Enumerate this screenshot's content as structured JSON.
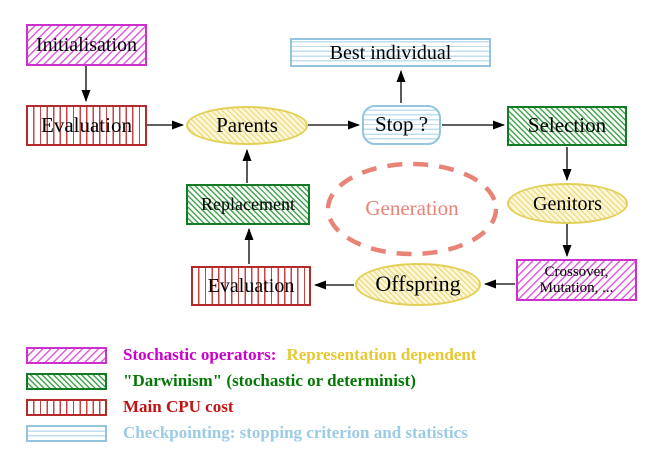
{
  "diagram": {
    "title_hint": "Evolutionary algorithm generation cycle",
    "nodes": {
      "initialisation": {
        "label": "Initialisation",
        "style": "magenta-hatch"
      },
      "evaluation_top": {
        "label": "Evaluation",
        "style": "red-stripes"
      },
      "parents": {
        "label": "Parents",
        "style": "yellow-hatch-ellipse"
      },
      "stop": {
        "label": "Stop ?",
        "style": "cyan-stripes-rounded"
      },
      "best_individual": {
        "label": "Best individual",
        "style": "cyan-stripes"
      },
      "selection": {
        "label": "Selection",
        "style": "green-hatch"
      },
      "genitors": {
        "label": "Genitors",
        "style": "yellow-hatch-ellipse"
      },
      "crossover_mutation": {
        "label_line1": "Crossover,",
        "label_line2": "Mutation, ...",
        "style": "magenta-hatch"
      },
      "offspring": {
        "label": "Offspring",
        "style": "yellow-hatch-ellipse"
      },
      "evaluation_bottom": {
        "label": "Evaluation",
        "style": "red-stripes"
      },
      "replacement": {
        "label": "Replacement",
        "style": "green-hatch"
      },
      "generation": {
        "label": "Generation",
        "style": "salmon-dashed-ellipse"
      }
    },
    "edges": [
      "initialisation -> evaluation_top",
      "evaluation_top -> parents",
      "parents -> stop",
      "stop -> best_individual",
      "stop -> selection",
      "selection -> genitors",
      "genitors -> crossover_mutation",
      "crossover_mutation -> offspring",
      "offspring -> evaluation_bottom",
      "evaluation_bottom -> replacement",
      "replacement -> parents"
    ]
  },
  "legend": {
    "items": [
      {
        "swatch": "magenta-hatch",
        "text": "Stochastic operators:",
        "text2": "Representation dependent"
      },
      {
        "swatch": "green-hatch",
        "text": "\"Darwinism\" (stochastic or determinist)"
      },
      {
        "swatch": "red-stripes",
        "text": "Main CPU cost"
      },
      {
        "swatch": "cyan-stripes",
        "text": "Checkpointing: stopping criterion and statistics"
      }
    ]
  },
  "colors": {
    "magenta": "#cc2fcc",
    "green": "#157a26",
    "red": "#b52a2a",
    "cyan": "#9ccbe4",
    "yellow": "#e6c832",
    "salmon": "#e98378",
    "node_text": "#000000",
    "background": "#ffffff"
  }
}
